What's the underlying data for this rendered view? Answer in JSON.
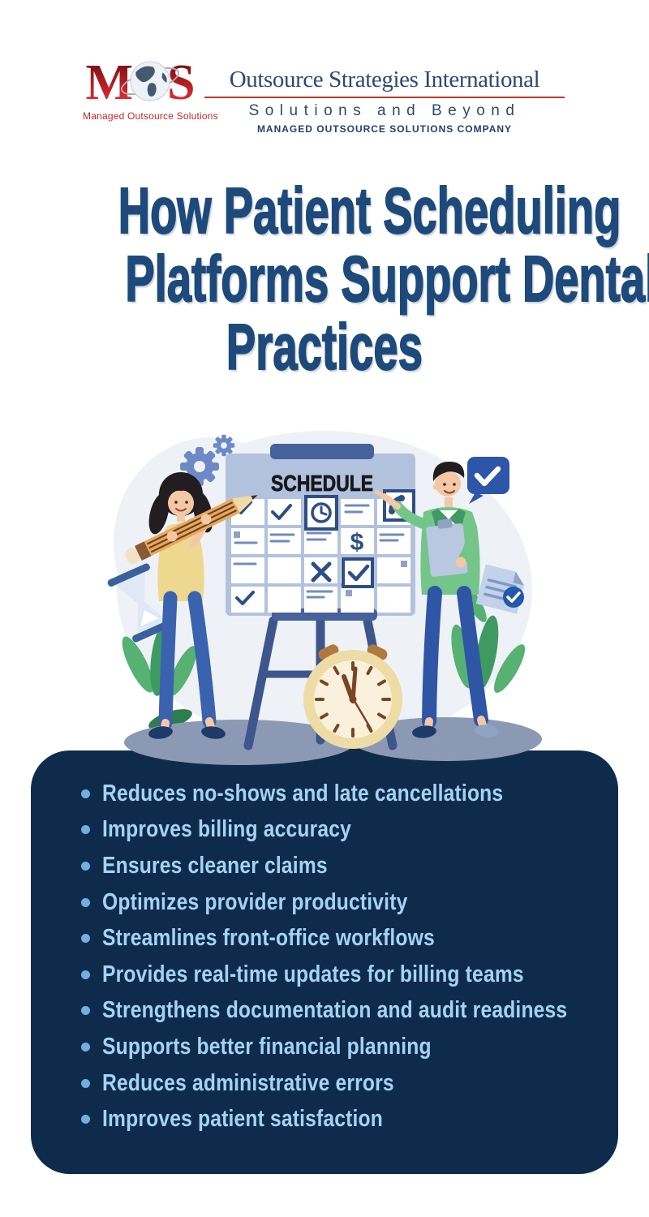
{
  "logo": {
    "mark": {
      "letter_m": "M",
      "letter_s": "S",
      "globe_icon": "globe-americas-icon",
      "tagline": "Managed Outsource Solutions"
    },
    "name": "Outsource Strategies International",
    "slogan": "Solutions and Beyond",
    "descriptor": "MANAGED OUTSOURCE SOLUTIONS COMPANY"
  },
  "title": {
    "full": "How Patient Scheduling Platforms Support Dental Practices",
    "lines": [
      "How Patient Scheduling",
      "Platforms Support Dental",
      "Practices"
    ]
  },
  "illustration": {
    "description": "Two people reviewing a schedule board on an easel with alarm clock, gears, hourglass, plants, checkmark speech bubble and approved document",
    "board_label": "SCHEDULE",
    "dollar_sign": "$"
  },
  "benefits": {
    "items": [
      "Reduces no-shows and late cancellations",
      "Improves billing accuracy",
      "Ensures cleaner claims",
      "Optimizes provider productivity",
      "Streamlines front-office workflows",
      "Provides real-time updates for billing teams",
      "Strengthens documentation and audit readiness",
      "Supports better financial planning",
      "Reduces administrative errors",
      "Improves patient satisfaction"
    ]
  },
  "colors": {
    "panel_navy": "#0f2b4b",
    "bullet_text": "#a5d2f3",
    "bullet_dot": "#74aede",
    "title_navy": "#1d4a7b",
    "logo_blue": "#2d4977",
    "logo_red": "#c0392b",
    "board_blue": "#b3c2dc",
    "jacket_green": "#74c58a",
    "pants_blue": "#2f55a5"
  }
}
